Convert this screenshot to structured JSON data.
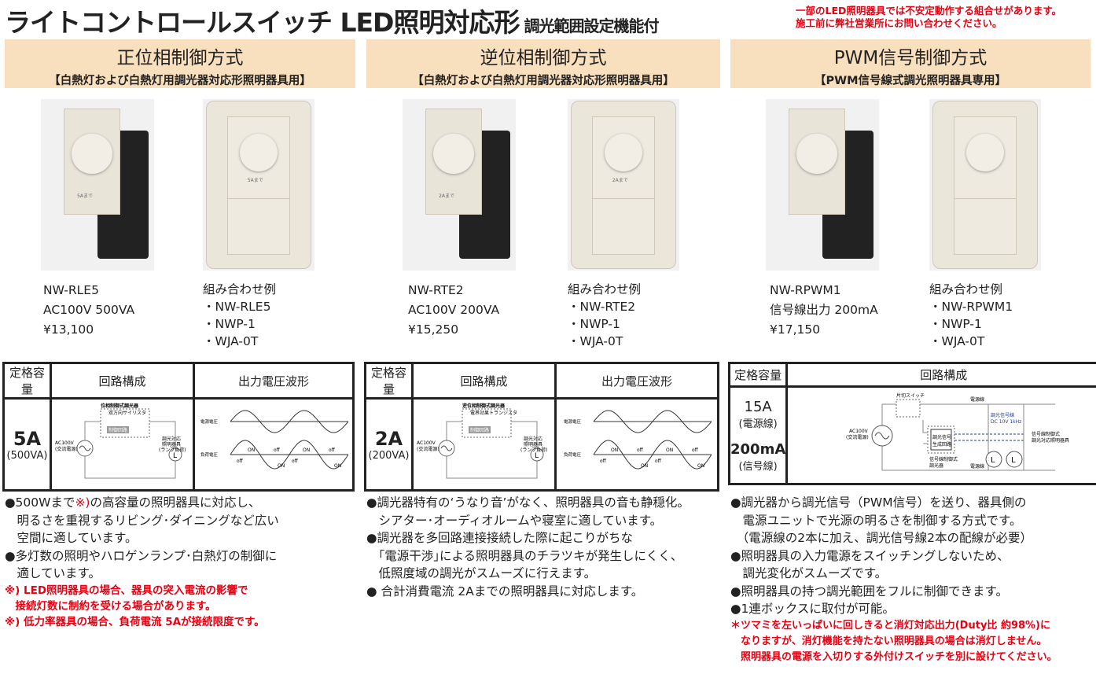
{
  "header": {
    "title": "ライトコントロールスイッチ LED照明対応形",
    "subtitle": "調光範囲設定機能付",
    "note": [
      "一部のLED照明器具では不安定動作する組合せがあります。",
      "施工前に弊社営業所にお問い合わせください。"
    ]
  },
  "sections": [
    {
      "heading": "正位相制御方式",
      "subheading": "【白熱灯および白熱灯用調光器対応形照明器具用】",
      "product": {
        "model": "NW-RLE5",
        "rating": "AC100V 500VA",
        "price": "¥13,100",
        "switch_label": "5Aまで"
      },
      "combo": {
        "title": "組み合わせ例",
        "items": [
          "・NW-RLE5",
          "・NWP-1",
          "・WJA-0T"
        ]
      },
      "table": {
        "headers": [
          "定格容量",
          "回路構成",
          "出力電圧波形"
        ],
        "capacity": "5A",
        "capacity_sub": "(500VA)",
        "circuit": {
          "dimmer": "位相制御式調光器",
          "element": "双方向サイリスタ",
          "control": "制御回路",
          "source": "AC100V",
          "source_sub": "(交流電源)",
          "load1": "調光対応",
          "load2": "照明器具",
          "load3": "(ランプ負荷)"
        },
        "wave": {
          "supply": "電源電圧",
          "load": "負荷電圧",
          "on": "ON",
          "off": "off"
        }
      },
      "bullets": [
        {
          "text": "●500Wまで",
          "mark": "※)",
          "rest": "の高容量の照明器具に対応し、"
        },
        {
          "text": "　明るさを重視するリビング･ダイニングなど広い"
        },
        {
          "text": "　空間に適しています。"
        },
        {
          "text": "●多灯数の照明やハロゲンランプ･白熱灯の制御に"
        },
        {
          "text": "　適しています。"
        }
      ],
      "notes": [
        "※) LED照明器具の場合、器具の突入電流の影響で",
        "　接続灯数に制約を受ける場合があります。",
        "※) 低力率器具の場合、負荷電流 5Aが接続限度です。"
      ]
    },
    {
      "heading": "逆位相制御方式",
      "subheading": "【白熱灯および白熱灯用調光器対応形照明器具用】",
      "product": {
        "model": "NW-RTE2",
        "rating": "AC100V 200VA",
        "price": "¥15,250",
        "switch_label": "2Aまで"
      },
      "combo": {
        "title": "組み合わせ例",
        "items": [
          "・NW-RTE2",
          "・NWP-1",
          "・WJA-0T"
        ]
      },
      "table": {
        "headers": [
          "定格容量",
          "回路構成",
          "出力電圧波形"
        ],
        "capacity": "2A",
        "capacity_sub": "(200VA)",
        "circuit": {
          "dimmer": "逆位相制御式調光器",
          "element": "電界効果トランジスタ",
          "control": "制御回路",
          "source": "AC100V",
          "source_sub": "(交流電源)",
          "load1": "調光対応",
          "load2": "照明器具",
          "load3": "(ランプ負荷)"
        },
        "wave": {
          "supply": "電源電圧",
          "load": "負荷電圧",
          "on": "ON",
          "off": "off"
        }
      },
      "bullets": [
        {
          "text": "●調光器特有の‘うなり音’がなく、照明器具の音も静穏化。"
        },
        {
          "text": "　シアター･オーディオルームや寝室に適しています。"
        },
        {
          "text": "●調光器を多回路連接接続した際に起こりがちな"
        },
        {
          "text": "　｢電源干渉｣による照明器具のチラツキが発生しにくく、"
        },
        {
          "text": "　低照度域の調光がスムーズに行えます。"
        },
        {
          "text": "● 合計消費電流 2Aまでの照明器具に対応します。"
        }
      ],
      "notes": []
    },
    {
      "heading": "PWM信号制御方式",
      "subheading": "【PWM信号線式調光照明器具専用】",
      "product": {
        "model": "NW-RPWM1",
        "rating": "信号線出力 200mA",
        "price": "¥17,150",
        "switch_label": ""
      },
      "combo": {
        "title": "組み合わせ例",
        "items": [
          "・NW-RPWM1",
          "・NWP-1",
          "・WJA-0T"
        ]
      },
      "table": {
        "headers": [
          "定格容量",
          "回路構成"
        ],
        "capacity": "15A",
        "capacity_sub": "(電源線)",
        "capacity2": "200mA",
        "capacity2_sub": "(信号線)",
        "circuit": {
          "switch": "片切スイッチ",
          "power_line": "電源線",
          "signal_line": "調光信号線",
          "signal_spec": "DC 10V 1kHz",
          "gen1": "調光信号",
          "gen2": "生成回路",
          "dimmer1": "信号線制御式",
          "dimmer2": "調光器",
          "source": "AC100V",
          "source_sub": "(交流電源)",
          "fixture1": "信号線制御式",
          "fixture2": "調光対応照明器具"
        }
      },
      "bullets": [
        {
          "text": "●調光器から調光信号（PWM信号）を送り、器具側の"
        },
        {
          "text": "　電源ユニットで光源の明るさを制御する方式です。"
        },
        {
          "text": "　（電源線の2本に加え、調光信号線2本の配線が必要）"
        },
        {
          "text": "●照明器具の入力電源をスイッチングしないため、"
        },
        {
          "text": "　調光変化がスムーズです。"
        },
        {
          "text": "●照明器具の持つ調光範囲をフルに制御できます。"
        },
        {
          "text": "●1連ボックスに取付が可能。"
        }
      ],
      "notes": [
        "＊ツマミを左いっぱいに回しきると消灯対応出力(Duty比 約98%)に",
        "　なりますが、消灯機能を持たない照明器具の場合は消灯しません。",
        "　照明器具の電源を入切りする外付けスイッチを別に設けてください。"
      ]
    }
  ],
  "colors": {
    "band": "#f8dfbd",
    "accent_red": "#e60012",
    "signal_blue": "#1a3fa0"
  }
}
